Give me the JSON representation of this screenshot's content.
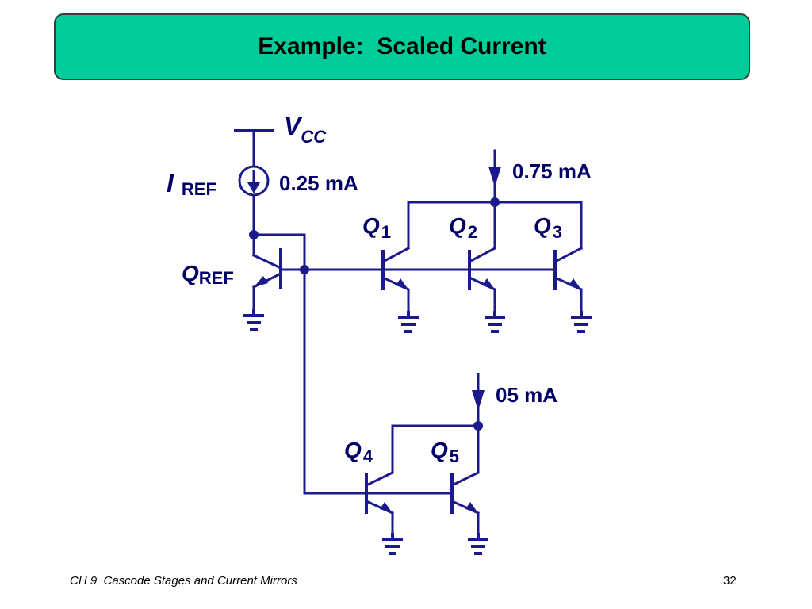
{
  "slide": {
    "title": "Example:  Scaled Current",
    "footer_left": "CH 9  Cascode Stages and Current Mirrors",
    "page_number": "32"
  },
  "circuit": {
    "supply": {
      "symbol": "V",
      "subscript": "CC"
    },
    "reference_current": {
      "symbol": "I",
      "subscript": "REF",
      "value": "0.25 mA"
    },
    "mirror_output_current_top": "0.75 mA",
    "mirror_output_current_bottom": "05 mA",
    "transistors": [
      {
        "symbol": "Q",
        "subscript": "REF"
      },
      {
        "symbol": "Q",
        "subscript": "1"
      },
      {
        "symbol": "Q",
        "subscript": "2"
      },
      {
        "symbol": "Q",
        "subscript": "3"
      },
      {
        "symbol": "Q",
        "subscript": "4"
      },
      {
        "symbol": "Q",
        "subscript": "5"
      }
    ],
    "wire_color": "#1a1a8c",
    "title_bar_color": "#00cc99"
  }
}
